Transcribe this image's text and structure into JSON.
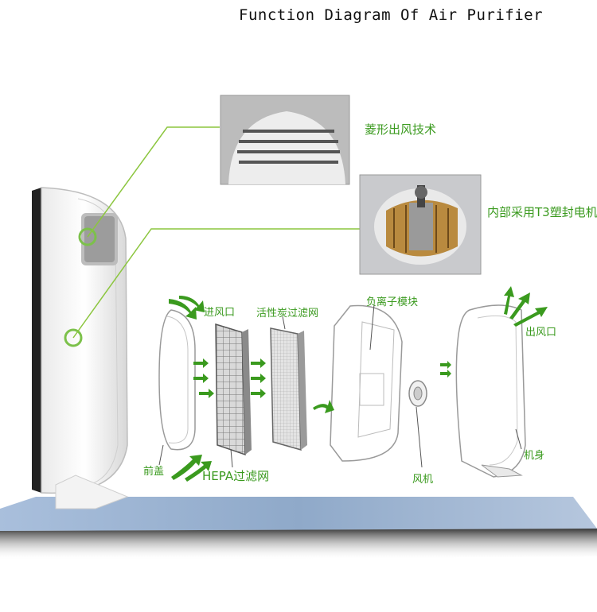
{
  "title": "Function Diagram Of Air Purifier",
  "labels": {
    "diamond_outlet": "菱形出风技术",
    "motor": "内部采用T3塑封电机",
    "air_inlet": "进风口",
    "carbon_filter": "活性炭过滤网",
    "ion_module": "负离子模块",
    "air_outlet": "出风口",
    "front_cover": "前盖",
    "hepa_filter": "HEPA过滤网",
    "fan": "风机",
    "body": "机身"
  },
  "colors": {
    "accent_green": "#3a9a1e",
    "floor": "#8fa9c9"
  }
}
